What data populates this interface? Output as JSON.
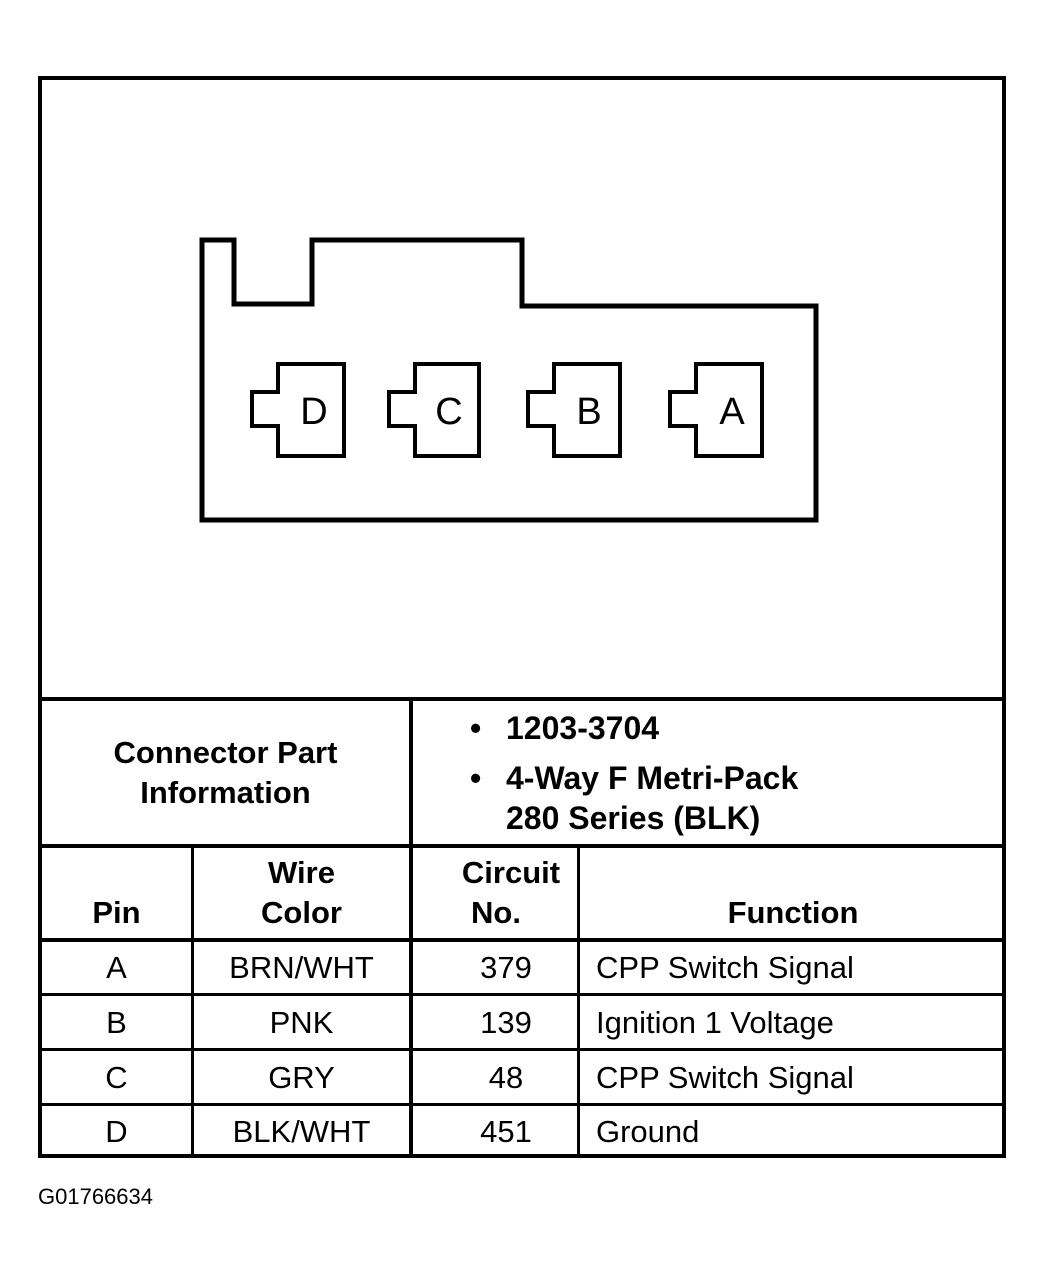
{
  "connector": {
    "pins": [
      {
        "label": "D"
      },
      {
        "label": "C"
      },
      {
        "label": "B"
      },
      {
        "label": "A"
      }
    ]
  },
  "part_info": {
    "label_line1": "Connector Part",
    "label_line2": "Information",
    "items": [
      {
        "bullet": "•",
        "text": "1203-3704"
      },
      {
        "bullet": "•",
        "text": "4-Way F Metri-Pack",
        "text2": "280 Series (BLK)"
      }
    ]
  },
  "table": {
    "headers": {
      "pin": "Pin",
      "wire_color_1": "Wire",
      "wire_color_2": "Color",
      "circuit_1": "Circuit",
      "circuit_2": "No.",
      "function": "Function"
    },
    "rows": [
      {
        "pin": "A",
        "wire_color": "BRN/WHT",
        "circuit": "379",
        "function": "CPP Switch Signal"
      },
      {
        "pin": "B",
        "wire_color": "PNK",
        "circuit": "139",
        "function": "Ignition 1 Voltage"
      },
      {
        "pin": "C",
        "wire_color": "GRY",
        "circuit": "48",
        "function": "CPP Switch Signal"
      },
      {
        "pin": "D",
        "wire_color": "BLK/WHT",
        "circuit": "451",
        "function": "Ground"
      }
    ]
  },
  "figure_id": "G01766634"
}
